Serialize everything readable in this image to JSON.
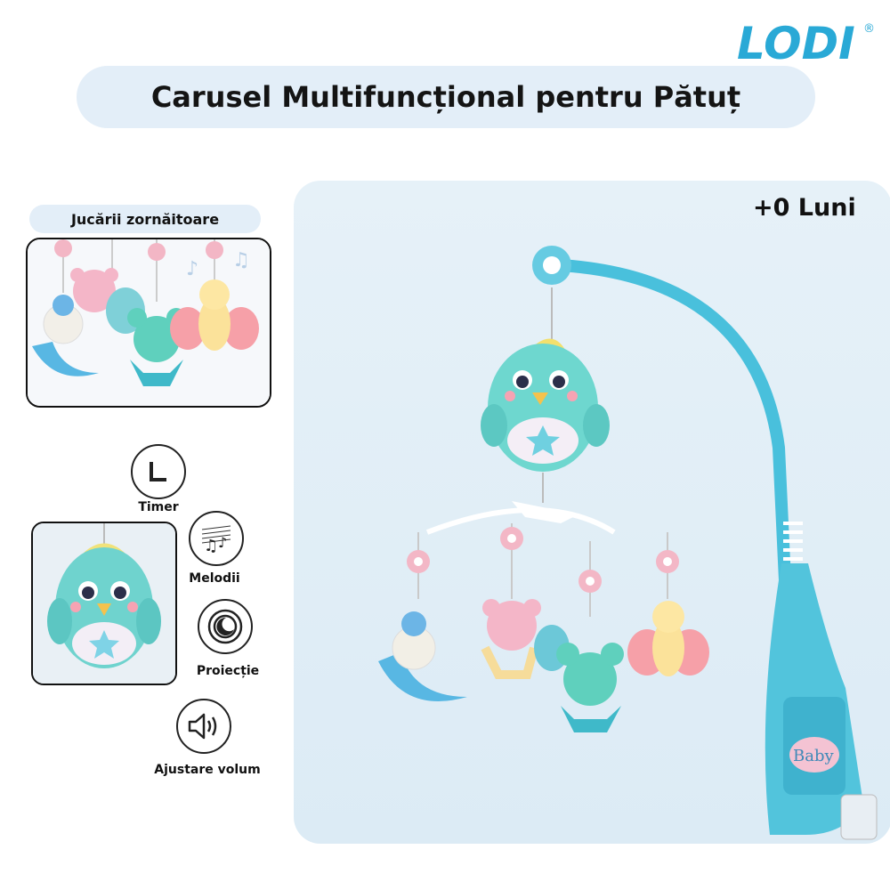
{
  "brand": {
    "logo_text": "LODI",
    "registered": "®",
    "color": "#29a9d6"
  },
  "header": {
    "title": "Carusel Multifuncțional pentru Pătuț"
  },
  "toys": {
    "label": "Jucării zornăitoare"
  },
  "features": [
    {
      "name": "timer",
      "label": "Timer",
      "icon": "clock-icon"
    },
    {
      "name": "melodies",
      "label": "Melodii",
      "icon": "music-notes-icon"
    },
    {
      "name": "projection",
      "label": "Proiecție",
      "icon": "moon-projection-icon"
    },
    {
      "name": "volume",
      "label": "Ajustare volum",
      "icon": "speaker-icon"
    }
  ],
  "product": {
    "age_label": "+0 Luni",
    "base_badge": "Baby"
  },
  "colors": {
    "accent_blue": "#49c0dc",
    "mint": "#7fd8cf",
    "pill_bg": "#e3eef8"
  }
}
